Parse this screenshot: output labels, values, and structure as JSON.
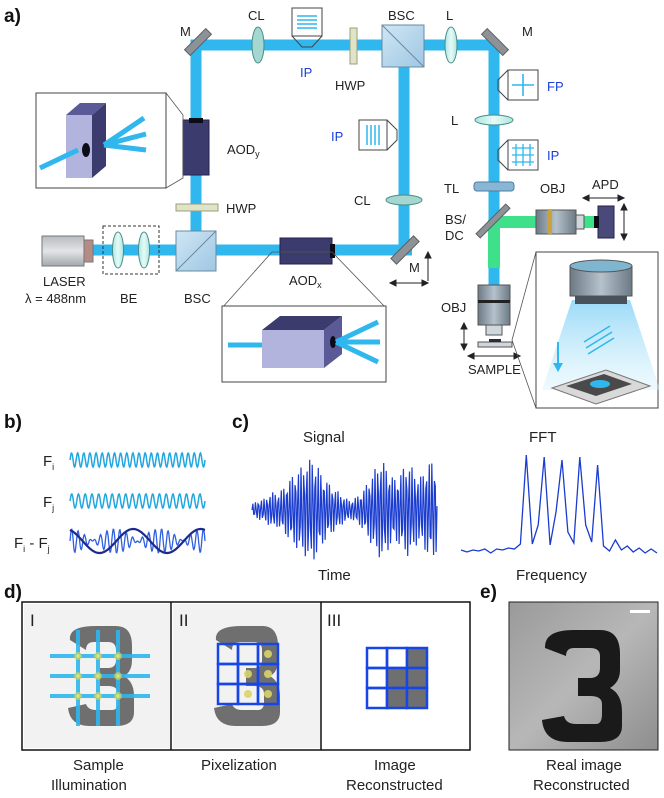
{
  "panel_labels": {
    "a": "a)",
    "b": "b)",
    "c": "c)",
    "d": "d)",
    "e": "e)"
  },
  "colors": {
    "beam": "#2fb7ee",
    "fluorescence": "#3ee08a",
    "pixel_grid": "#1646e6",
    "signal_trace": "#1a3ccf",
    "fi_wave": "#22a7e0",
    "difference_envelope": "#1d2a8c",
    "digit": "#6f6f6f",
    "ip_text": "#1a3fd8"
  },
  "setup": {
    "laser": "LASER",
    "wavelength": "λ = 488nm",
    "be": "BE",
    "bsc_bottom": "BSC",
    "bsc_top": "BSC",
    "aodx": "AOD",
    "aodx_sub": "x",
    "aody": "AOD",
    "aody_sub": "y",
    "hwp_left": "HWP",
    "hwp_top": "HWP",
    "mirror_top_left": "M",
    "mirror_top_right": "M",
    "mirror_bottom_right": "M",
    "cl_top": "CL",
    "cl_middle": "CL",
    "ip_top": "IP",
    "ip_middle": "IP",
    "ip_right": "IP",
    "fp": "FP",
    "l_top": "L",
    "l_middle": "L",
    "tl": "TL",
    "bs_dc_1": "BS/",
    "bs_dc_2": "DC",
    "obj_right": "OBJ",
    "obj_left": "OBJ",
    "apd": "APD",
    "sample": "SAMPLE"
  },
  "panel_b": {
    "fi": "F",
    "fi_sub": "i",
    "fj": "F",
    "fj_sub": "j",
    "diff_a": "F",
    "diff_a_sub": "i",
    "diff_mid": " - F",
    "diff_b_sub": "j"
  },
  "panel_c": {
    "signal_title": "Signal",
    "time_label": "Time",
    "fft_title": "FFT",
    "freq_label": "Frequency"
  },
  "panel_d": {
    "steps": [
      {
        "numeral": "I",
        "caption_1": "Sample",
        "caption_2": "Illumination"
      },
      {
        "numeral": "II",
        "caption_1": "Pixelization",
        "caption_2": ""
      },
      {
        "numeral": "III",
        "caption_1": "Image",
        "caption_2": "Reconstructed"
      }
    ],
    "grid": [
      [
        0,
        0,
        1
      ],
      [
        0,
        1,
        1
      ],
      [
        0,
        1,
        1
      ]
    ]
  },
  "panel_e": {
    "caption_1": "Real image",
    "caption_2": "Reconstructed"
  },
  "chart_data": [
    {
      "type": "line",
      "title": "Signal",
      "xlabel": "Time",
      "ylabel": "",
      "series": [
        {
          "values": [
            0.12,
            0.16,
            0.2,
            0.22,
            0.3,
            0.35,
            0.32,
            0.4,
            0.5,
            0.62,
            0.7,
            0.8,
            0.85,
            0.95,
            1.0,
            0.9,
            0.72,
            0.6,
            0.5,
            0.42,
            0.36,
            0.28,
            0.22,
            0.18,
            0.24,
            0.3,
            0.4,
            0.55,
            0.7,
            0.85,
            0.95,
            0.88,
            0.72,
            0.6,
            0.65,
            0.78,
            0.9,
            0.85,
            0.7,
            0.62,
            0.75,
            0.9,
            0.95,
            0.8
          ]
        }
      ]
    },
    {
      "type": "line",
      "title": "FFT",
      "xlabel": "Frequency",
      "ylabel": "",
      "series": [
        {
          "values": [
            0.02,
            0.03,
            0.02,
            0.04,
            0.03,
            0.02,
            0.03,
            0.05,
            0.04,
            0.06,
            0.08,
            1.0,
            0.08,
            0.3,
            0.95,
            0.1,
            0.4,
            0.95,
            0.2,
            0.12,
            0.95,
            0.3,
            0.1,
            0.9,
            0.06,
            0.04,
            0.12,
            0.05,
            0.06,
            0.03,
            0.04,
            0.02,
            0.03,
            0.02
          ]
        }
      ]
    }
  ]
}
